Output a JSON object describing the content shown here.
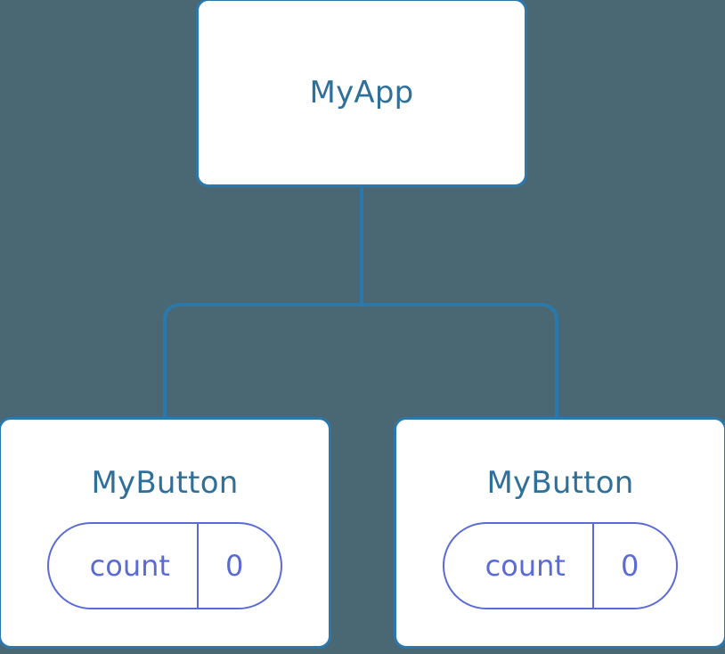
{
  "diagram": {
    "type": "component-tree",
    "background_color": "#4a6873",
    "edge_color": "#2a79ad",
    "node_border_color": "#2a79ad",
    "node_title_color": "#2e7099",
    "state_color": "#5b6bd6"
  },
  "root": {
    "title": "MyApp"
  },
  "children": [
    {
      "title": "MyButton",
      "state": {
        "key": "count",
        "value": "0"
      }
    },
    {
      "title": "MyButton",
      "state": {
        "key": "count",
        "value": "0"
      }
    }
  ]
}
